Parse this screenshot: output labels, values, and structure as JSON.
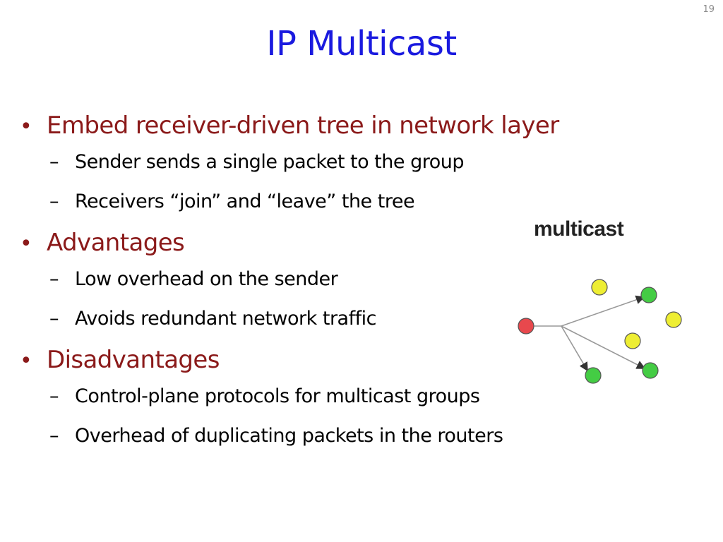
{
  "slide": {
    "number": "19",
    "title": "IP Multicast"
  },
  "bullets": [
    {
      "text": "Embed receiver-driven tree in network layer",
      "subs": [
        "Sender sends a single packet to the group",
        "Receivers “join” and “leave” the tree"
      ]
    },
    {
      "text": "Advantages",
      "subs": [
        "Low overhead on the sender",
        "Avoids redundant network traffic"
      ]
    },
    {
      "text": "Disadvantages",
      "subs": [
        "Control-plane protocols for multicast groups",
        "Overhead of duplicating packets in the routers"
      ]
    }
  ],
  "figure": {
    "label": "multicast",
    "colors": {
      "sender": "#e8484d",
      "receiver": "#44cc44",
      "idle": "#eeee33"
    }
  }
}
